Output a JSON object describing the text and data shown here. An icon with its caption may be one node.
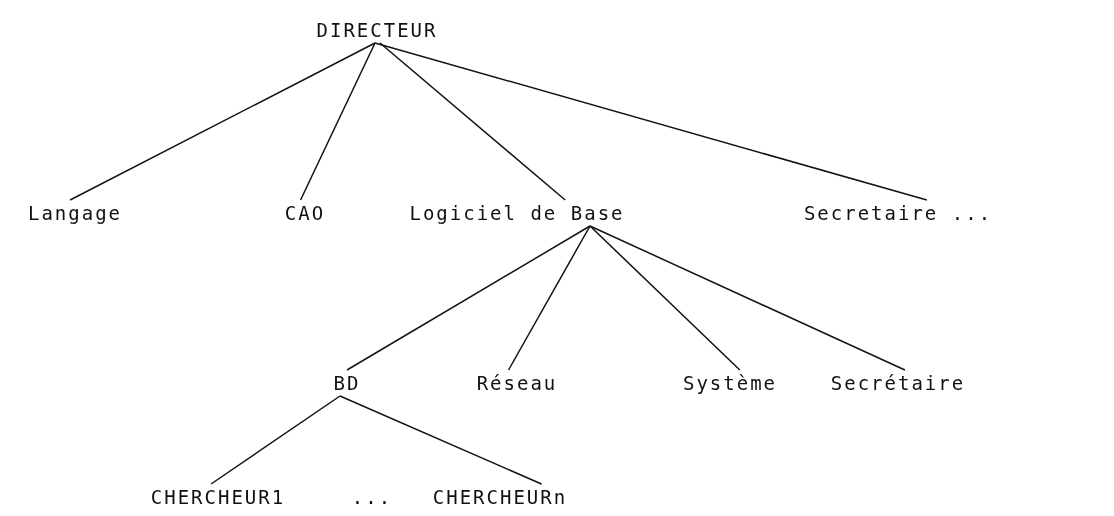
{
  "diagram": {
    "nodes": [
      {
        "text": [
          "DIRECTEUR"
        ]
      },
      {
        "text": [
          "Langage"
        ]
      },
      {
        "text": [
          "CAO"
        ]
      },
      {
        "text": [
          "Logiciel de Base"
        ]
      },
      {
        "text": [
          "Secretaire ..."
        ]
      },
      {
        "text": [
          "BD"
        ]
      },
      {
        "text": [
          "Réseau"
        ]
      },
      {
        "text": [
          "Système"
        ]
      },
      {
        "text": [
          "Secrétaire"
        ]
      },
      {
        "text": [
          "CHERCHEUR1"
        ]
      },
      {
        "text": [
          "CHERCHEURn"
        ]
      }
    ],
    "edges": [
      {
        "from": 0,
        "to": 1,
        "arrow": "none"
      },
      {
        "from": 0,
        "to": 2,
        "arrow": "none"
      },
      {
        "from": 0,
        "to": 3,
        "arrow": "none"
      },
      {
        "from": 0,
        "to": 4,
        "arrow": "none"
      },
      {
        "from": 3,
        "to": 5,
        "arrow": "none"
      },
      {
        "from": 3,
        "to": 6,
        "arrow": "none"
      },
      {
        "from": 3,
        "to": 7,
        "arrow": "none"
      },
      {
        "from": 3,
        "to": 8,
        "arrow": "none"
      },
      {
        "from": 5,
        "to": 9,
        "arrow": "none"
      },
      {
        "from": 5,
        "to": 10,
        "arrow": "none"
      }
    ],
    "labels": [
      "..."
    ]
  }
}
